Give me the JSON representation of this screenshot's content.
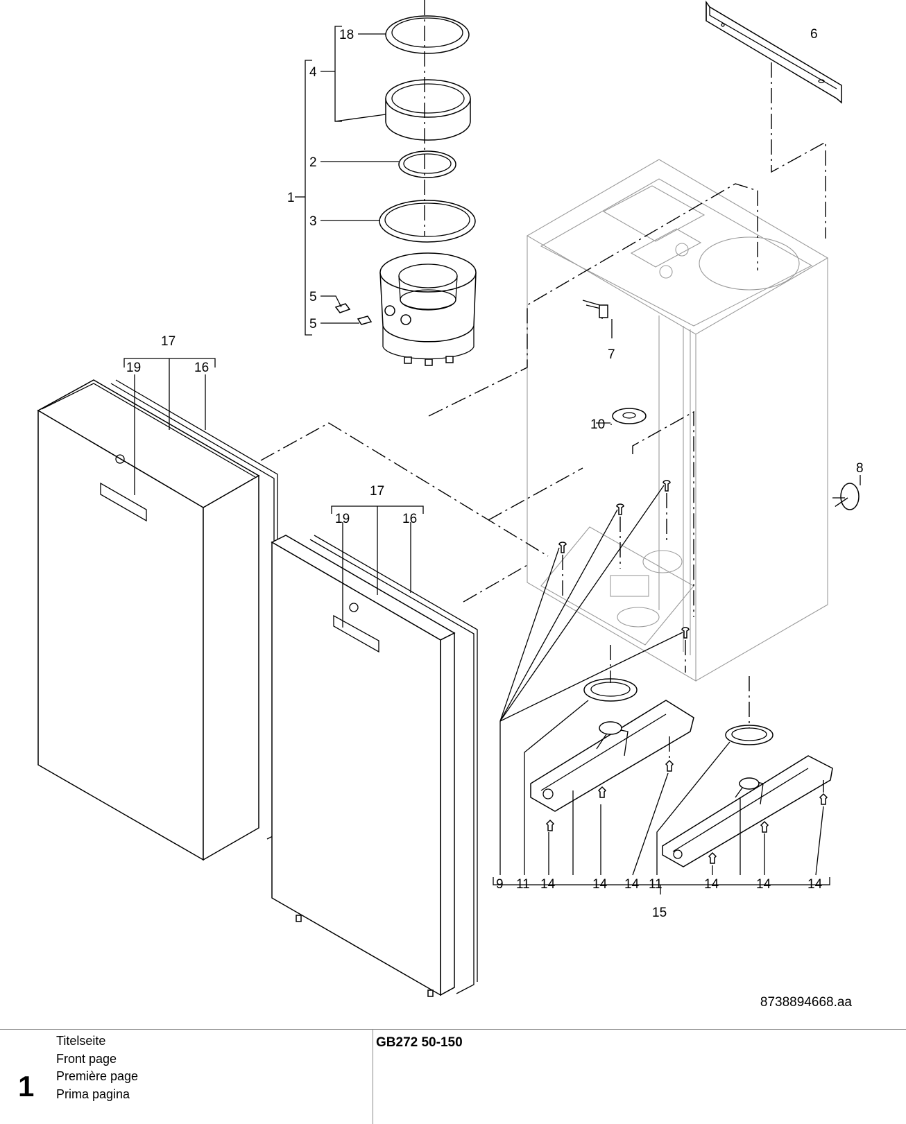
{
  "drawing": {
    "callouts": [
      "18",
      "4",
      "6",
      "2",
      "1",
      "3",
      "5",
      "5",
      "7",
      "17",
      "19",
      "16",
      "10",
      "8",
      "17",
      "19",
      "16",
      "9",
      "11",
      "14",
      "14",
      "14",
      "11",
      "14",
      "14",
      "14",
      "15"
    ],
    "document_number": "8738894668.aa"
  },
  "footer": {
    "page_number": "1",
    "titles": [
      "Titelseite",
      "Front page",
      "Première page",
      "Prima pagina"
    ],
    "model": "GB272 50-150"
  }
}
